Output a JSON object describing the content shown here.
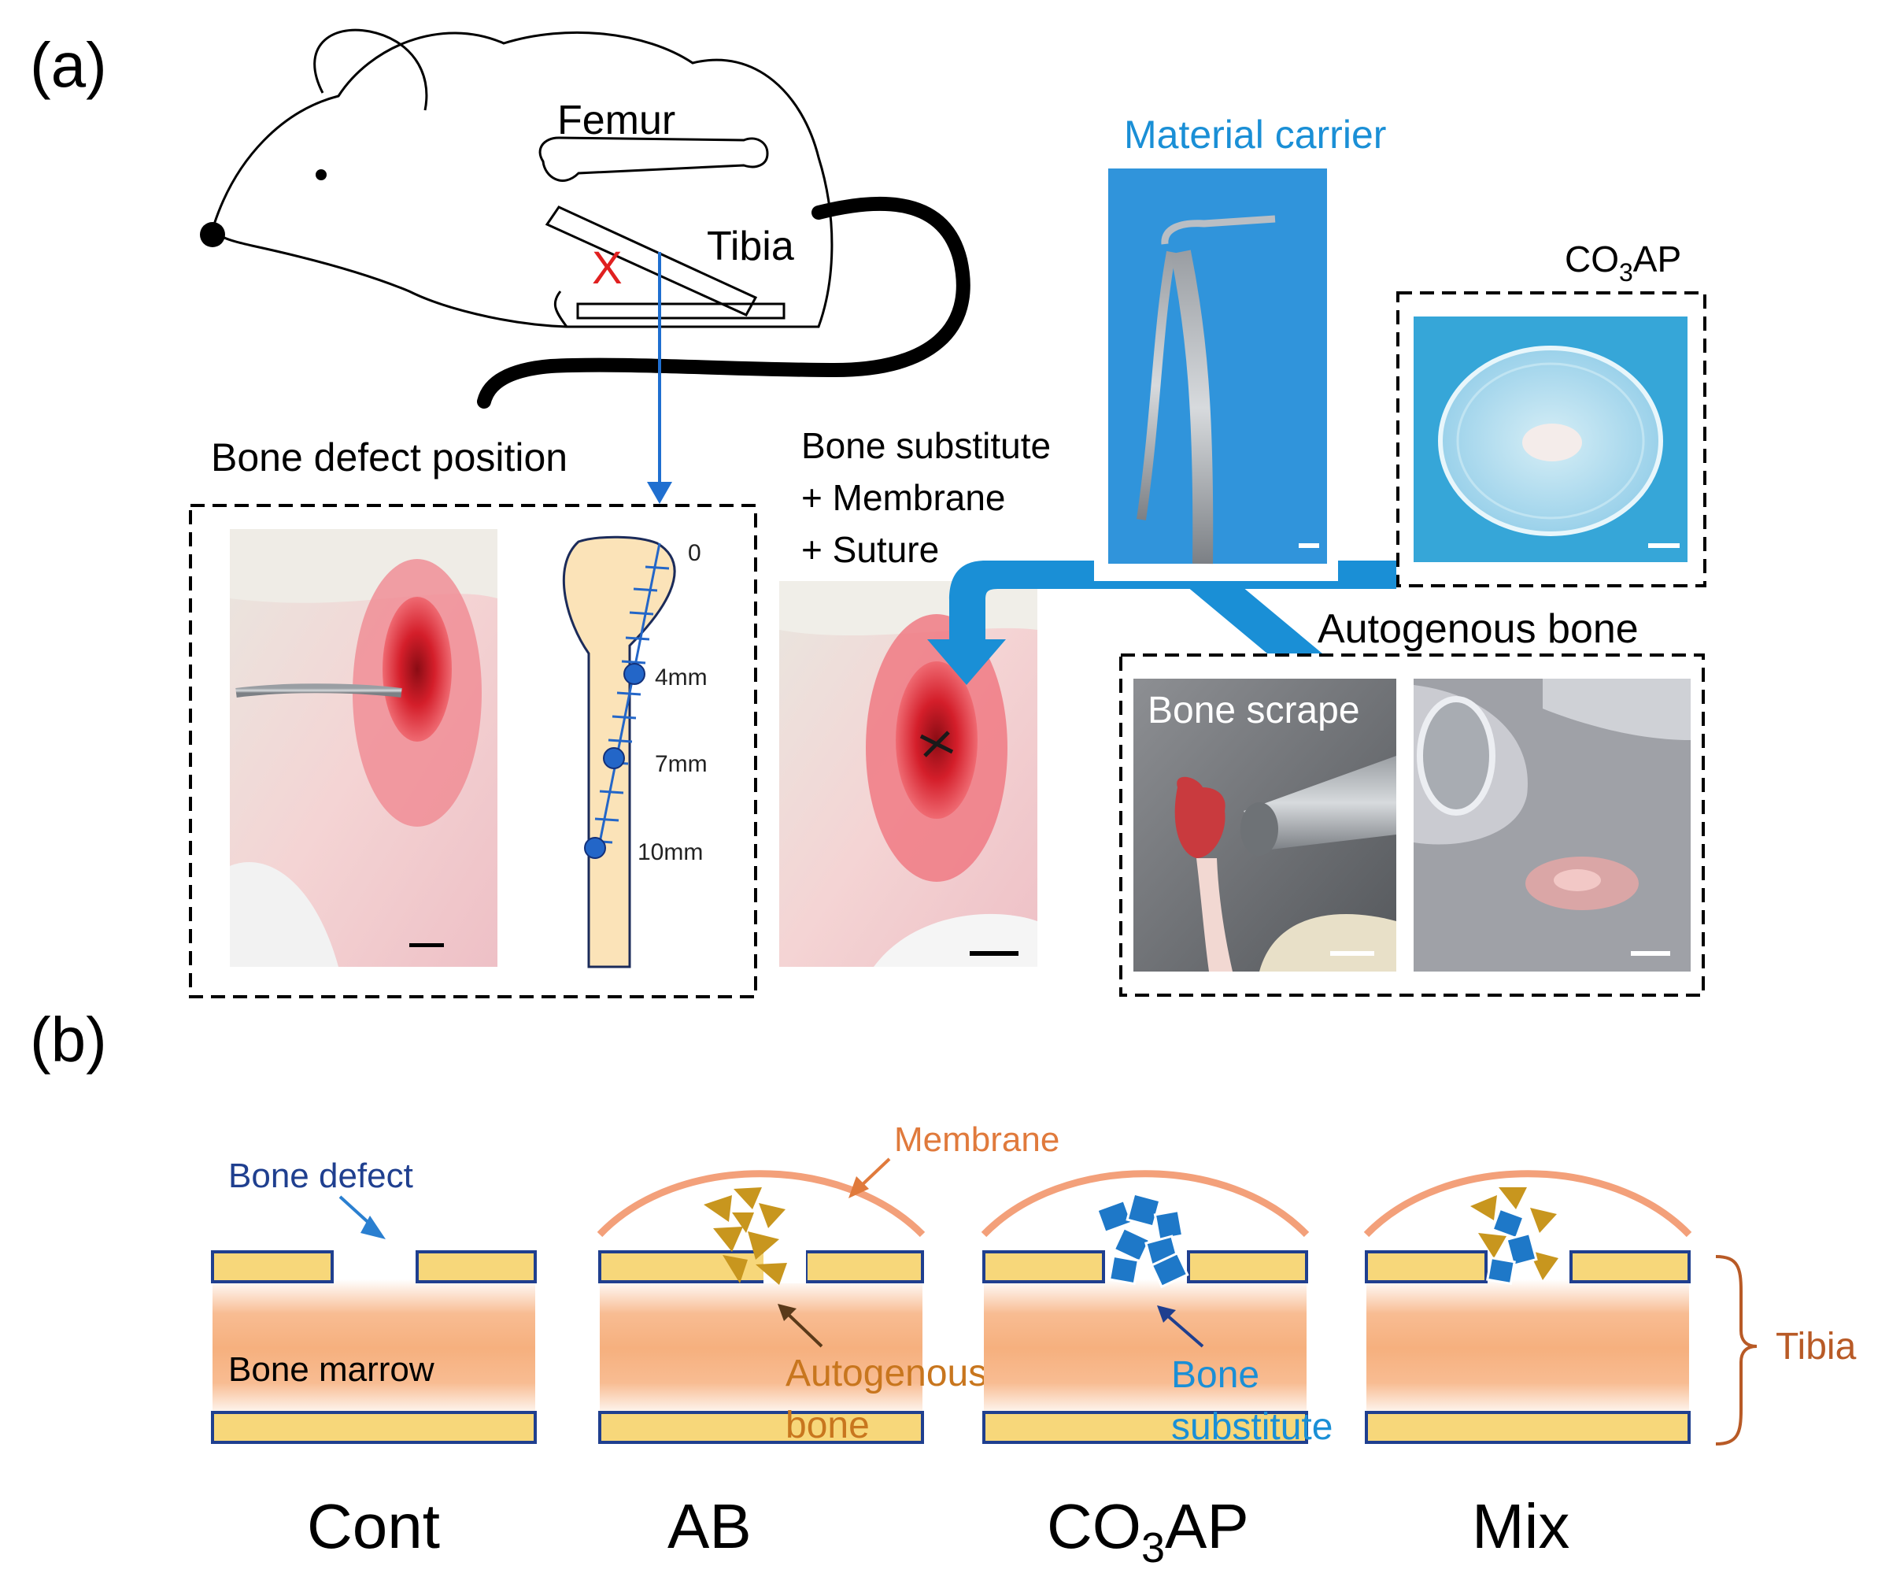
{
  "panel_a": {
    "label": "(a)",
    "mouse": {
      "femur_label": "Femur",
      "tibia_label": "Tibia",
      "marker": "X"
    },
    "defect": {
      "title": "Bone defect position",
      "ticks": [
        "0",
        "4mm",
        "7mm",
        "10mm"
      ]
    },
    "substitute": {
      "line1": "Bone substitute",
      "line2": "+ Membrane",
      "line3": "+ Suture"
    },
    "carrier_label": "Material carrier",
    "co3ap": {
      "base": "CO",
      "sub": "3",
      "tail": "AP"
    },
    "autogenous_title": "Autogenous bone",
    "bone_scrape_label": "Bone scrape"
  },
  "panel_b": {
    "label": "(b)",
    "bone_defect": "Bone defect",
    "membrane": "Membrane",
    "bone_marrow": "Bone marrow",
    "autogenous_line1": "Autogenous",
    "autogenous_line2": "bone",
    "substitute_line1": "Bone",
    "substitute_line2": "substitute",
    "tibia": "Tibia",
    "groups": {
      "cont": "Cont",
      "ab": "AB",
      "co3ap_base": "CO",
      "co3ap_sub": "3",
      "co3ap_tail": "AP",
      "mix": "Mix"
    }
  },
  "colors": {
    "accent_blue": "#1a8fd6",
    "navy": "#1f3f8f",
    "orange": "#e07a3c",
    "gold": "#c8961e",
    "chip_blue": "#1e78c8",
    "bone_yellow": "#f7d77a",
    "marrow": "#f6b07e",
    "red": "#e02020",
    "tibia_brown": "#b85a26"
  }
}
